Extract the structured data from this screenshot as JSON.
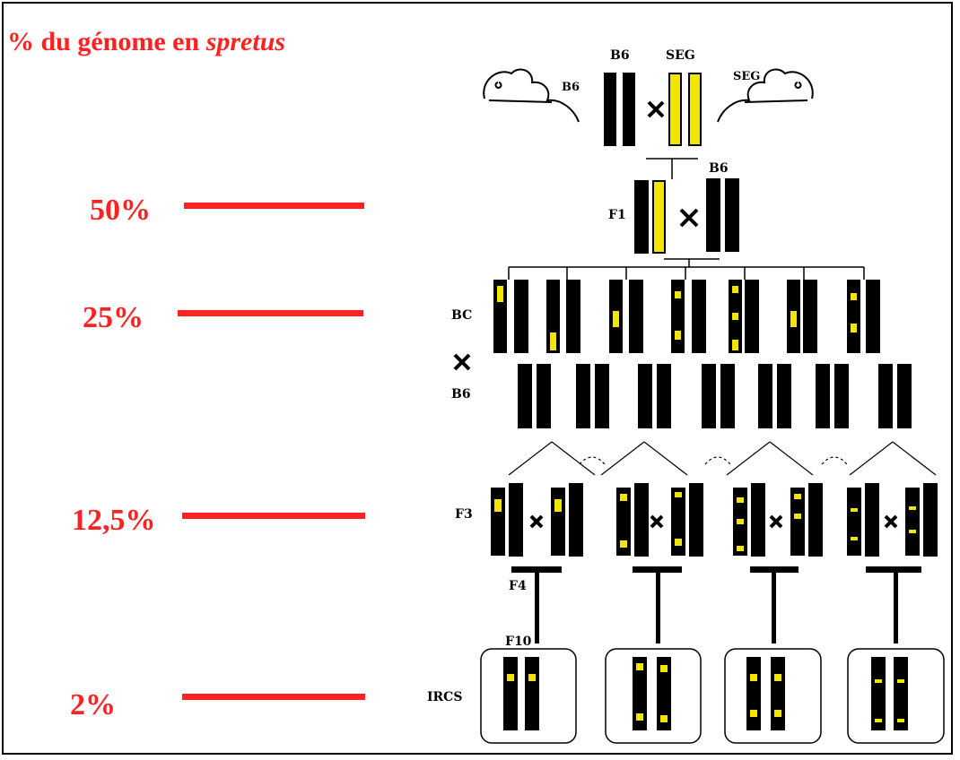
{
  "title": {
    "prefix": "% du génome en ",
    "italic": "spretus"
  },
  "percentages": [
    "50%",
    "25%",
    "12,5%",
    "2%"
  ],
  "labels": {
    "b6_top": "B6",
    "seg_top": "SEG",
    "b6_mouse": "B6",
    "seg_mouse": "SEG",
    "f1": "F1",
    "b6_f1": "B6",
    "bc": "BC",
    "b6_bc": "B6",
    "f3": "F3",
    "f4": "F4",
    "f10": "F10",
    "ircs": "IRCS"
  },
  "colors": {
    "red": "#ff2222",
    "yellow": "#f2e600",
    "black": "#000000"
  }
}
